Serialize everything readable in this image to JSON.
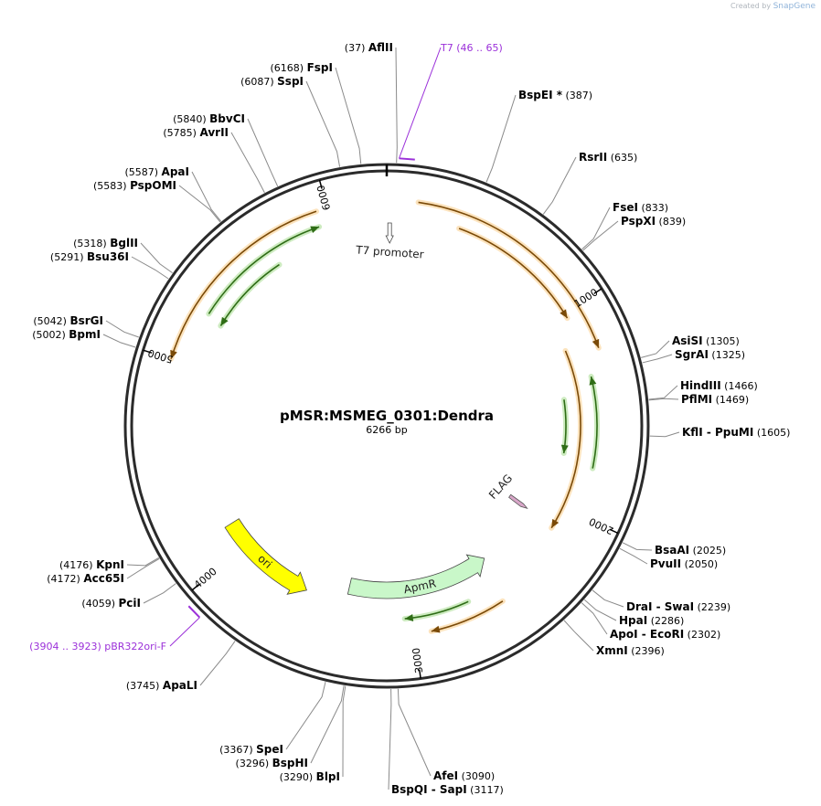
{
  "credit": {
    "prefix": "Created by",
    "brand": "SnapGene"
  },
  "plasmid": {
    "name": "pMSR:MSMEG_0301:Dendra",
    "size_text": "6266 bp",
    "length": 6266
  },
  "ticks": [
    {
      "pos": 1000,
      "label": "1000"
    },
    {
      "pos": 2000,
      "label": "2000"
    },
    {
      "pos": 3000,
      "label": "3000"
    },
    {
      "pos": 4000,
      "label": "4000"
    },
    {
      "pos": 5000,
      "label": "5000"
    },
    {
      "pos": 6000,
      "label": "6000"
    }
  ],
  "sites": [
    {
      "names": [
        "AflII"
      ],
      "pos_text": "(37)",
      "pos": 37
    },
    {
      "names": [
        "FspI"
      ],
      "pos_text": "(6168)",
      "pos": 6168
    },
    {
      "names": [
        "SspI"
      ],
      "pos_text": "(6087)",
      "pos": 6087
    },
    {
      "names": [
        "BspEI *"
      ],
      "pos_text": "(387)",
      "pos": 387
    },
    {
      "names": [
        "BbvCI"
      ],
      "pos_text": "(5840)",
      "pos": 5840
    },
    {
      "names": [
        "AvrII"
      ],
      "pos_text": "(5785)",
      "pos": 5785
    },
    {
      "names": [
        "RsrII"
      ],
      "pos_text": "(635)",
      "pos": 635
    },
    {
      "names": [
        "ApaI"
      ],
      "pos_text": "(5587)",
      "pos": 5587
    },
    {
      "names": [
        "PspOMI"
      ],
      "pos_text": "(5583)",
      "pos": 5583
    },
    {
      "names": [
        "FseI"
      ],
      "pos_text": "(833)",
      "pos": 833
    },
    {
      "names": [
        "PspXI"
      ],
      "pos_text": "(839)",
      "pos": 839
    },
    {
      "names": [
        "BglII"
      ],
      "pos_text": "(5318)",
      "pos": 5318
    },
    {
      "names": [
        "Bsu36I"
      ],
      "pos_text": "(5291)",
      "pos": 5291
    },
    {
      "names": [
        "BsrGI"
      ],
      "pos_text": "(5042)",
      "pos": 5042
    },
    {
      "names": [
        "BpmI"
      ],
      "pos_text": "(5002)",
      "pos": 5002
    },
    {
      "names": [
        "AsiSI"
      ],
      "pos_text": "(1305)",
      "pos": 1305
    },
    {
      "names": [
        "SgrAI"
      ],
      "pos_text": "(1325)",
      "pos": 1325
    },
    {
      "names": [
        "HindIII"
      ],
      "pos_text": "(1466)",
      "pos": 1466
    },
    {
      "names": [
        "PflMI"
      ],
      "pos_text": "(1469)",
      "pos": 1469
    },
    {
      "names": [
        "KflI",
        "PpuMI"
      ],
      "pos_text": "(1605)",
      "pos": 1605
    },
    {
      "names": [
        "BsaAI"
      ],
      "pos_text": "(2025)",
      "pos": 2025
    },
    {
      "names": [
        "PvuII"
      ],
      "pos_text": "(2050)",
      "pos": 2050
    },
    {
      "names": [
        "KpnI"
      ],
      "pos_text": "(4176)",
      "pos": 4176
    },
    {
      "names": [
        "Acc65I"
      ],
      "pos_text": "(4172)",
      "pos": 4172
    },
    {
      "names": [
        "PciI"
      ],
      "pos_text": "(4059)",
      "pos": 4059
    },
    {
      "names": [
        "DraI",
        "SwaI"
      ],
      "pos_text": "(2239)",
      "pos": 2239
    },
    {
      "names": [
        "HpaI"
      ],
      "pos_text": "(2286)",
      "pos": 2286
    },
    {
      "names": [
        "ApoI",
        "EcoRI"
      ],
      "pos_text": "(2302)",
      "pos": 2302
    },
    {
      "names": [
        "XmnI"
      ],
      "pos_text": "(2396)",
      "pos": 2396
    },
    {
      "names": [
        "ApaLI"
      ],
      "pos_text": "(3745)",
      "pos": 3745
    },
    {
      "names": [
        "SpeI"
      ],
      "pos_text": "(3367)",
      "pos": 3367
    },
    {
      "names": [
        "BspHI"
      ],
      "pos_text": "(3296)",
      "pos": 3296
    },
    {
      "names": [
        "BlpI"
      ],
      "pos_text": "(3290)",
      "pos": 3290
    },
    {
      "names": [
        "AfeI"
      ],
      "pos_text": "(3090)",
      "pos": 3090
    },
    {
      "names": [
        "BspQI",
        "SapI"
      ],
      "pos_text": "(3117)",
      "pos": 3117
    }
  ],
  "primers": [
    {
      "name": "T7",
      "range_text": "(46 .. 65)",
      "start": 46,
      "end": 65
    },
    {
      "name": "pBR322ori-F",
      "range_text": "(3904 .. 3923)",
      "start": 3904,
      "end": 3923
    }
  ],
  "features": [
    {
      "name": "T7 promoter",
      "type": "promoter",
      "start": 15,
      "end": 34,
      "color": "#ffffff"
    },
    {
      "name": "FLAG",
      "type": "tag",
      "start": 2080,
      "end": 2104,
      "color": "#d8a6c8"
    },
    {
      "name": "ApmR",
      "type": "marker",
      "start": 2500,
      "end": 3360,
      "direction": "reverse",
      "color": "#c9f7c9"
    },
    {
      "name": "ori",
      "type": "origin",
      "start": 3585,
      "end": 4140,
      "direction": "reverse",
      "color": "#ffff00"
    }
  ],
  "orf_arcs": [
    {
      "start": 140,
      "end": 1215,
      "color": "#f5b041",
      "radius_name": "outer"
    },
    {
      "start": 350,
      "end": 1030,
      "color": "#f5b041",
      "radius_name": "mid"
    },
    {
      "start": 1170,
      "end": 2120,
      "color": "#f5b041",
      "radius_name": "inner"
    },
    {
      "start": 1330,
      "end": 1770,
      "color": "#6fc74a",
      "radius_name": "mid"
    },
    {
      "start": 1420,
      "end": 1720,
      "color": "#6fc74a",
      "radius_name": "inner2"
    },
    {
      "start": 2550,
      "end": 2920,
      "color": "#f5b041",
      "radius_name": "mid"
    },
    {
      "start": 2700,
      "end": 3040,
      "color": "#6fc74a",
      "radius_name": "inner3"
    },
    {
      "start": 5000,
      "end": 5950,
      "color": "#f5b041",
      "radius_name": "outer"
    },
    {
      "start": 5260,
      "end": 5940,
      "color": "#6fc74a",
      "radius_name": "mid"
    },
    {
      "start": 5240,
      "end": 5680,
      "color": "#6fc74a",
      "radius_name": "inner"
    }
  ],
  "colors": {
    "backbone": "#2b2b2b",
    "primer": "#9b30d9",
    "orf_orange": "#f5b041",
    "orf_green": "#6fc74a"
  }
}
